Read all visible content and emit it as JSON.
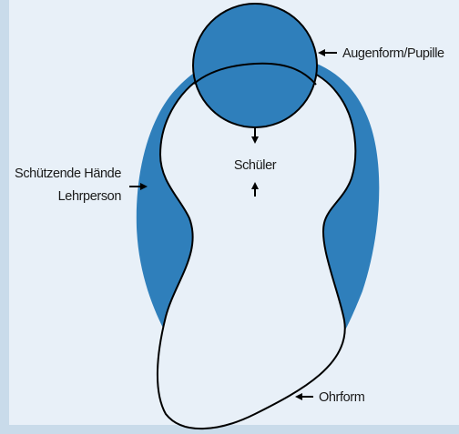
{
  "labels": {
    "eye": "Augenform/Pupille",
    "student": "Schüler",
    "hands_line1": "Schützende Hände",
    "hands_line2": "Lehrperson",
    "ear": "Ohrform"
  },
  "colors": {
    "background": "#e8f0f8",
    "side_bar": "#c9dbea",
    "shape_fill": "#2f7fbb",
    "outline": "#000000"
  }
}
